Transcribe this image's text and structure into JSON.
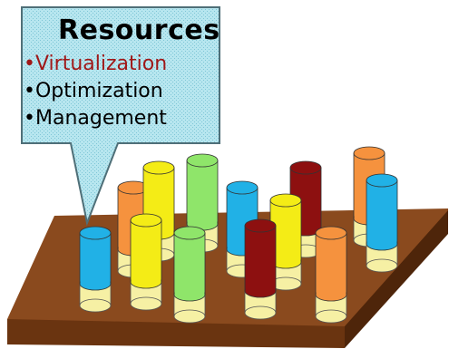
{
  "callout": {
    "title": "Resources",
    "items": [
      {
        "label": "•Virtualization",
        "color": "#a01818"
      },
      {
        "label": "•Optimization",
        "color": "#000000"
      },
      {
        "label": "•Management",
        "color": "#000000"
      }
    ],
    "fill": "#aee4ee",
    "border": "#4f6f78"
  },
  "platform": {
    "top_color": "#8a4a1e",
    "front_color": "#6a3410",
    "side_color": "#4e250a"
  },
  "cylinder_colors": {
    "blue": "#21b1e6",
    "yellow": "#f4ec16",
    "green": "#8fe56a",
    "orange": "#f5923e",
    "darkred": "#8d1010",
    "base": "#f6f0a4"
  }
}
